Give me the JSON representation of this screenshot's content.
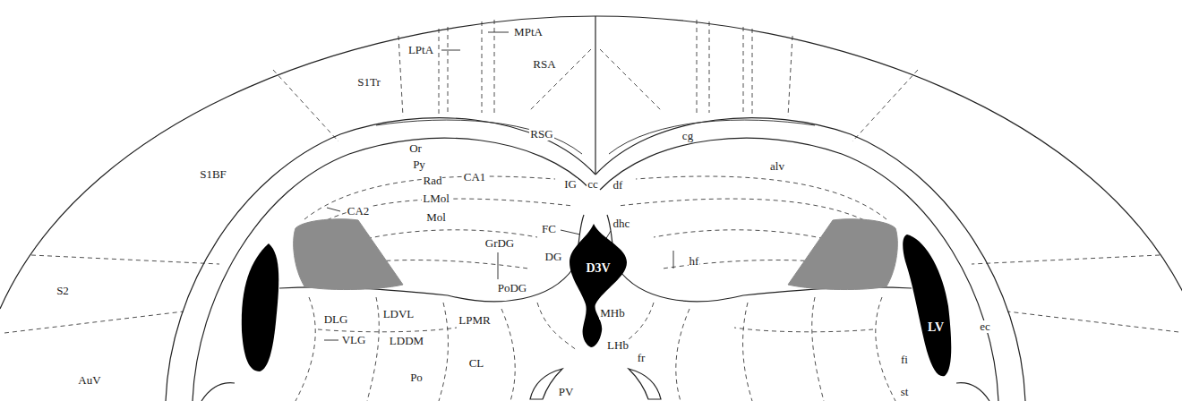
{
  "diagram": {
    "nodes": [
      {
        "text": [
          "D3V"
        ]
      },
      {
        "text": [
          "LV"
        ]
      }
    ],
    "labels": [
      "MPtA",
      "LPtA",
      "RSA",
      "S1Tr",
      "RSG",
      "S1BF",
      "cg",
      "Or",
      "alv",
      "Py",
      "Rad",
      "CA1",
      "IG",
      "cc",
      "df",
      "LMol",
      "CA2",
      "Mol",
      "FC",
      "dhc",
      "GrDG",
      "DG",
      "hf",
      "S2",
      "PoDG",
      "DLG",
      "LDVL",
      "LPMR",
      "MHb",
      "ec",
      "VLG",
      "LDDM",
      "LHb",
      "fr",
      "fi",
      "AuV",
      "CL",
      "st",
      "Po",
      "PV"
    ]
  }
}
